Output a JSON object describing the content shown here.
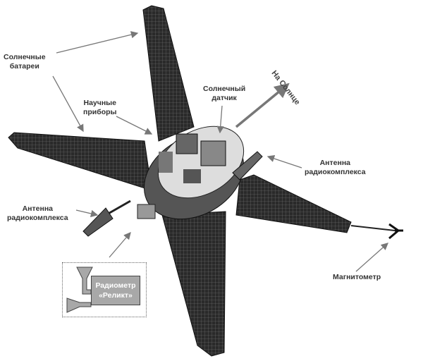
{
  "labels": {
    "solar_panels": [
      "Солнечные",
      "батареи"
    ],
    "instruments": [
      "Научные",
      "приборы"
    ],
    "sun_sensor": [
      "Солнечный",
      "датчик"
    ],
    "to_sun": "На Солнце",
    "antenna_right": [
      "Антенна",
      "радиокомплекса"
    ],
    "antenna_left": [
      "Антенна",
      "радиокомплекса"
    ],
    "magnetometer": "Магнитометр",
    "radiometer": [
      "Радиометр",
      "«Реликт»"
    ]
  }
}
